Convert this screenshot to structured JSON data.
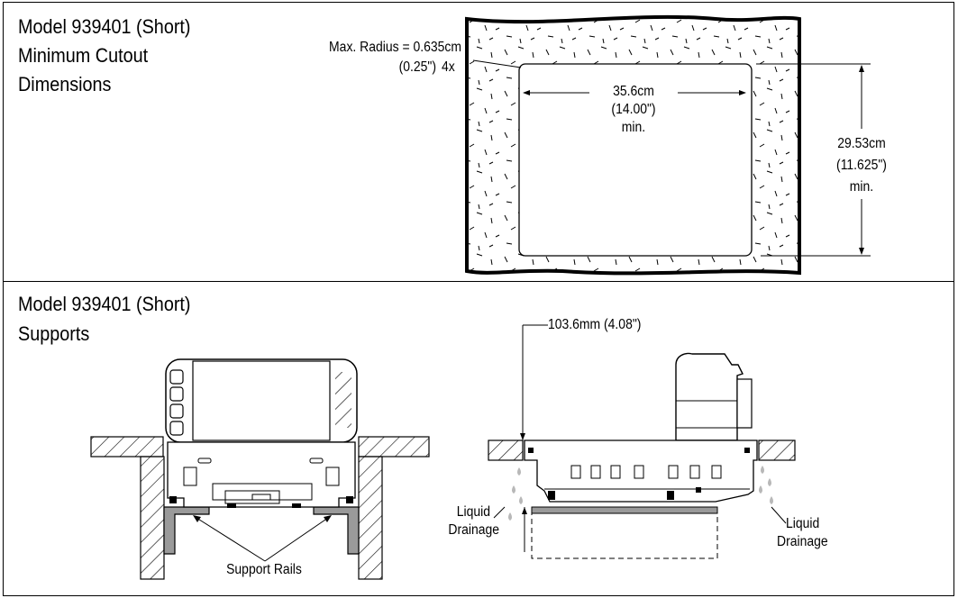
{
  "top_panel": {
    "title_lines": [
      "Model 939401 (Short)",
      "Minimum Cutout",
      "Dimensions"
    ],
    "radius_note": "Max. Radius = 0.635cm",
    "radius_note_inch": "(0.25\")",
    "radius_count": "4x",
    "width_cm": "35.6cm",
    "width_in": "(14.00\")",
    "width_min": "min.",
    "height_cm": "29.53cm",
    "height_in": "(11.625\")",
    "height_min": "min."
  },
  "bottom_panel": {
    "title_lines": [
      "Model 939401 (Short)",
      "Supports"
    ],
    "support_rails_label": "Support Rails",
    "offset_label": "103.6mm (4.08\")",
    "drainage_left": [
      "Liquid",
      "Drainage"
    ],
    "drainage_right": [
      "Liquid",
      "Drainage"
    ]
  }
}
